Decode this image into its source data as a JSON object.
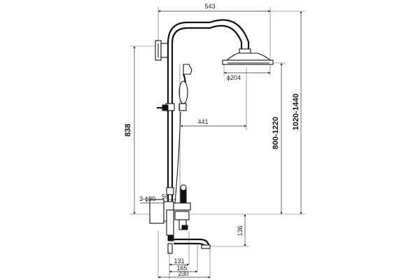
{
  "dimensions": {
    "overall_width": "543",
    "arm_reach": "441",
    "head_diameter": "ϕ204",
    "rail_height": "838",
    "outlet_height": "800-1220",
    "total_height": "1020-1440",
    "spout_drop": "136",
    "mount_holes": "3-ϕ80",
    "pipe_offset": "56",
    "spout_131": "131",
    "spout_165": "165",
    "spout_230": "230"
  }
}
